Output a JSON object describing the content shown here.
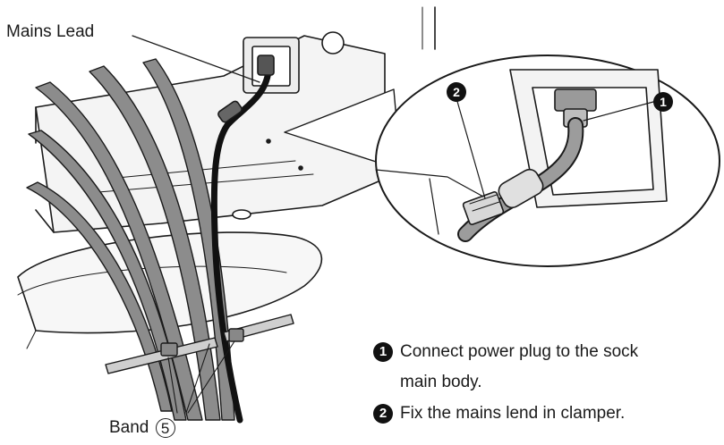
{
  "labels": {
    "mains_lead": "Mains Lead",
    "band": "Band",
    "band_number": "5"
  },
  "callouts": {
    "c1": "1",
    "c2": "2"
  },
  "steps": [
    {
      "badge": "1",
      "line1": "Connect power plug to the sock",
      "line2": "main body."
    },
    {
      "badge": "2",
      "line1": "Fix the mains lend in clamper."
    }
  ],
  "colors": {
    "ink": "#1a1a1a",
    "cable_fill": "#8a8a8a",
    "panel_fill": "#f1f1f1"
  }
}
